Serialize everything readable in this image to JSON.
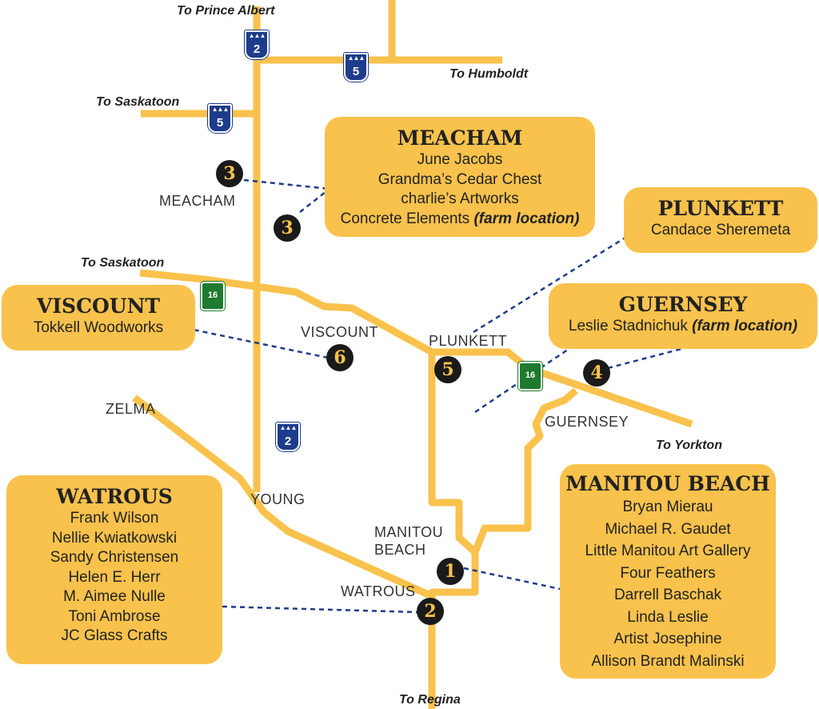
{
  "destinations": {
    "prince_albert": "To Prince Albert",
    "humboldt": "To Humboldt",
    "saskatoon_north": "To Saskatoon",
    "saskatoon_south": "To Saskatoon",
    "yorkton": "To Yorkton",
    "regina": "To Regina"
  },
  "towns": {
    "meacham": "MEACHAM",
    "viscount": "VISCOUNT",
    "plunkett": "PLUNKETT",
    "guernsey": "GUERNSEY",
    "zelma": "ZELMA",
    "young": "YOUNG",
    "manitou_beach": "MANITOU BEACH",
    "watrous": "WATROUS"
  },
  "highway_shields": {
    "hwy2_north": "2",
    "hwy5_east": "5",
    "hwy5_west": "5",
    "hwy2_south": "2",
    "hwy16_west": "16",
    "hwy16_east": "16"
  },
  "markers": [
    "3",
    "3",
    "6",
    "5",
    "4",
    "1",
    "2"
  ],
  "boxes": {
    "meacham": {
      "title": "MEACHAM",
      "items": [
        "June Jacobs",
        "Grandma’s Cedar Chest",
        "charlie’s Artworks"
      ],
      "last_item": "Concrete Elements",
      "last_note": "(farm location)"
    },
    "plunkett": {
      "title": "PLUNKETT",
      "items": [
        "Candace Sheremeta"
      ]
    },
    "viscount": {
      "title": "VISCOUNT",
      "items": [
        "Tokkell Woodworks"
      ]
    },
    "guernsey": {
      "title": "GUERNSEY",
      "item": "Leslie Stadnichuk",
      "note": "(farm location)"
    },
    "watrous": {
      "title": "WATROUS",
      "items": [
        "Frank Wilson",
        "Nellie Kwiatkowski",
        "Sandy Christensen",
        "Helen E. Herr",
        "M. Aimee Nulle",
        "Toni Ambrose",
        "JC Glass Crafts"
      ]
    },
    "manitou_beach": {
      "title": "MANITOU BEACH",
      "items": [
        "Bryan Mierau",
        "Michael R. Gaudet",
        "Little Manitou Art Gallery",
        "Four Feathers",
        "Darrell Baschak",
        "Linda Leslie",
        "Artist Josephine",
        "Allison Brandt Malinski"
      ]
    }
  },
  "colors": {
    "road": "#f9c24c",
    "box": "#f9c24c",
    "leader": "#1e3c8c",
    "marker": "#1a1a1a",
    "marker_text": "#f9c24c",
    "highway_shield": "#1e3c8c",
    "trans_canada_shield": "#1e7a2e"
  }
}
